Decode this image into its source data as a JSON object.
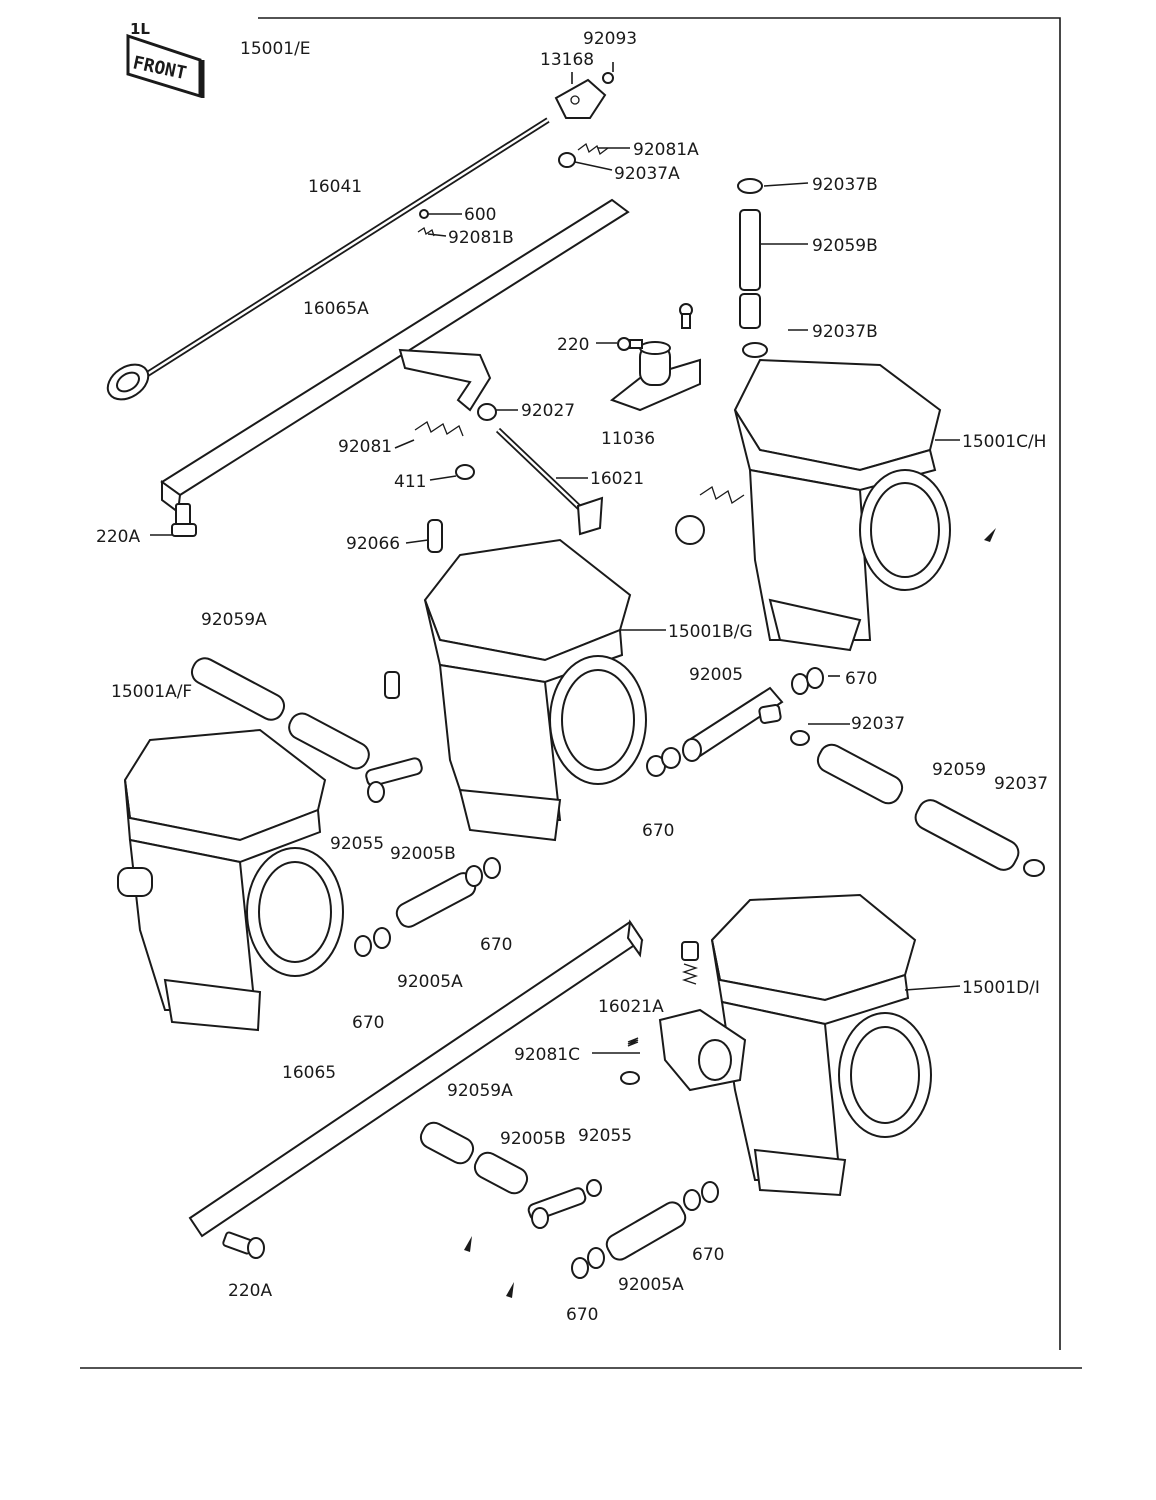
{
  "front_badge": {
    "side": "1L",
    "text": "FRONT"
  },
  "labels": {
    "l_15001E": "15001/E",
    "l_92093": "92093",
    "l_13168": "13168",
    "l_92081A": "92081A",
    "l_92037A": "92037A",
    "l_16041": "16041",
    "l_600": "600",
    "l_92081B": "92081B",
    "l_92037B_top": "92037B",
    "l_92059B": "92059B",
    "l_92037B_mid": "92037B",
    "l_16065A": "16065A",
    "l_220": "220",
    "l_92027": "92027",
    "l_11036": "11036",
    "l_15001CH": "15001C/H",
    "l_92081": "92081",
    "l_411": "411",
    "l_16021": "16021",
    "l_220A_top": "220A",
    "l_92066": "92066",
    "l_92059A_top": "92059A",
    "l_15001BG": "15001B/G",
    "l_15001AF": "15001A/F",
    "l_92005": "92005",
    "l_670_a": "670",
    "l_92037": "92037",
    "l_92059": "92059",
    "l_92037_b": "92037",
    "l_670_b": "670",
    "l_92055_a": "92055",
    "l_92005B_a": "92005B",
    "l_670_c": "670",
    "l_92005A_a": "92005A",
    "l_15001DI": "15001D/I",
    "l_670_d": "670",
    "l_16021A": "16021A",
    "l_92081C": "92081C",
    "l_16065": "16065",
    "l_92059A_bot": "92059A",
    "l_92005B_b": "92005B",
    "l_92055_b": "92055",
    "l_670_e": "670",
    "l_92005A_b": "92005A",
    "l_220A_bot": "220A",
    "l_670_f": "670"
  }
}
